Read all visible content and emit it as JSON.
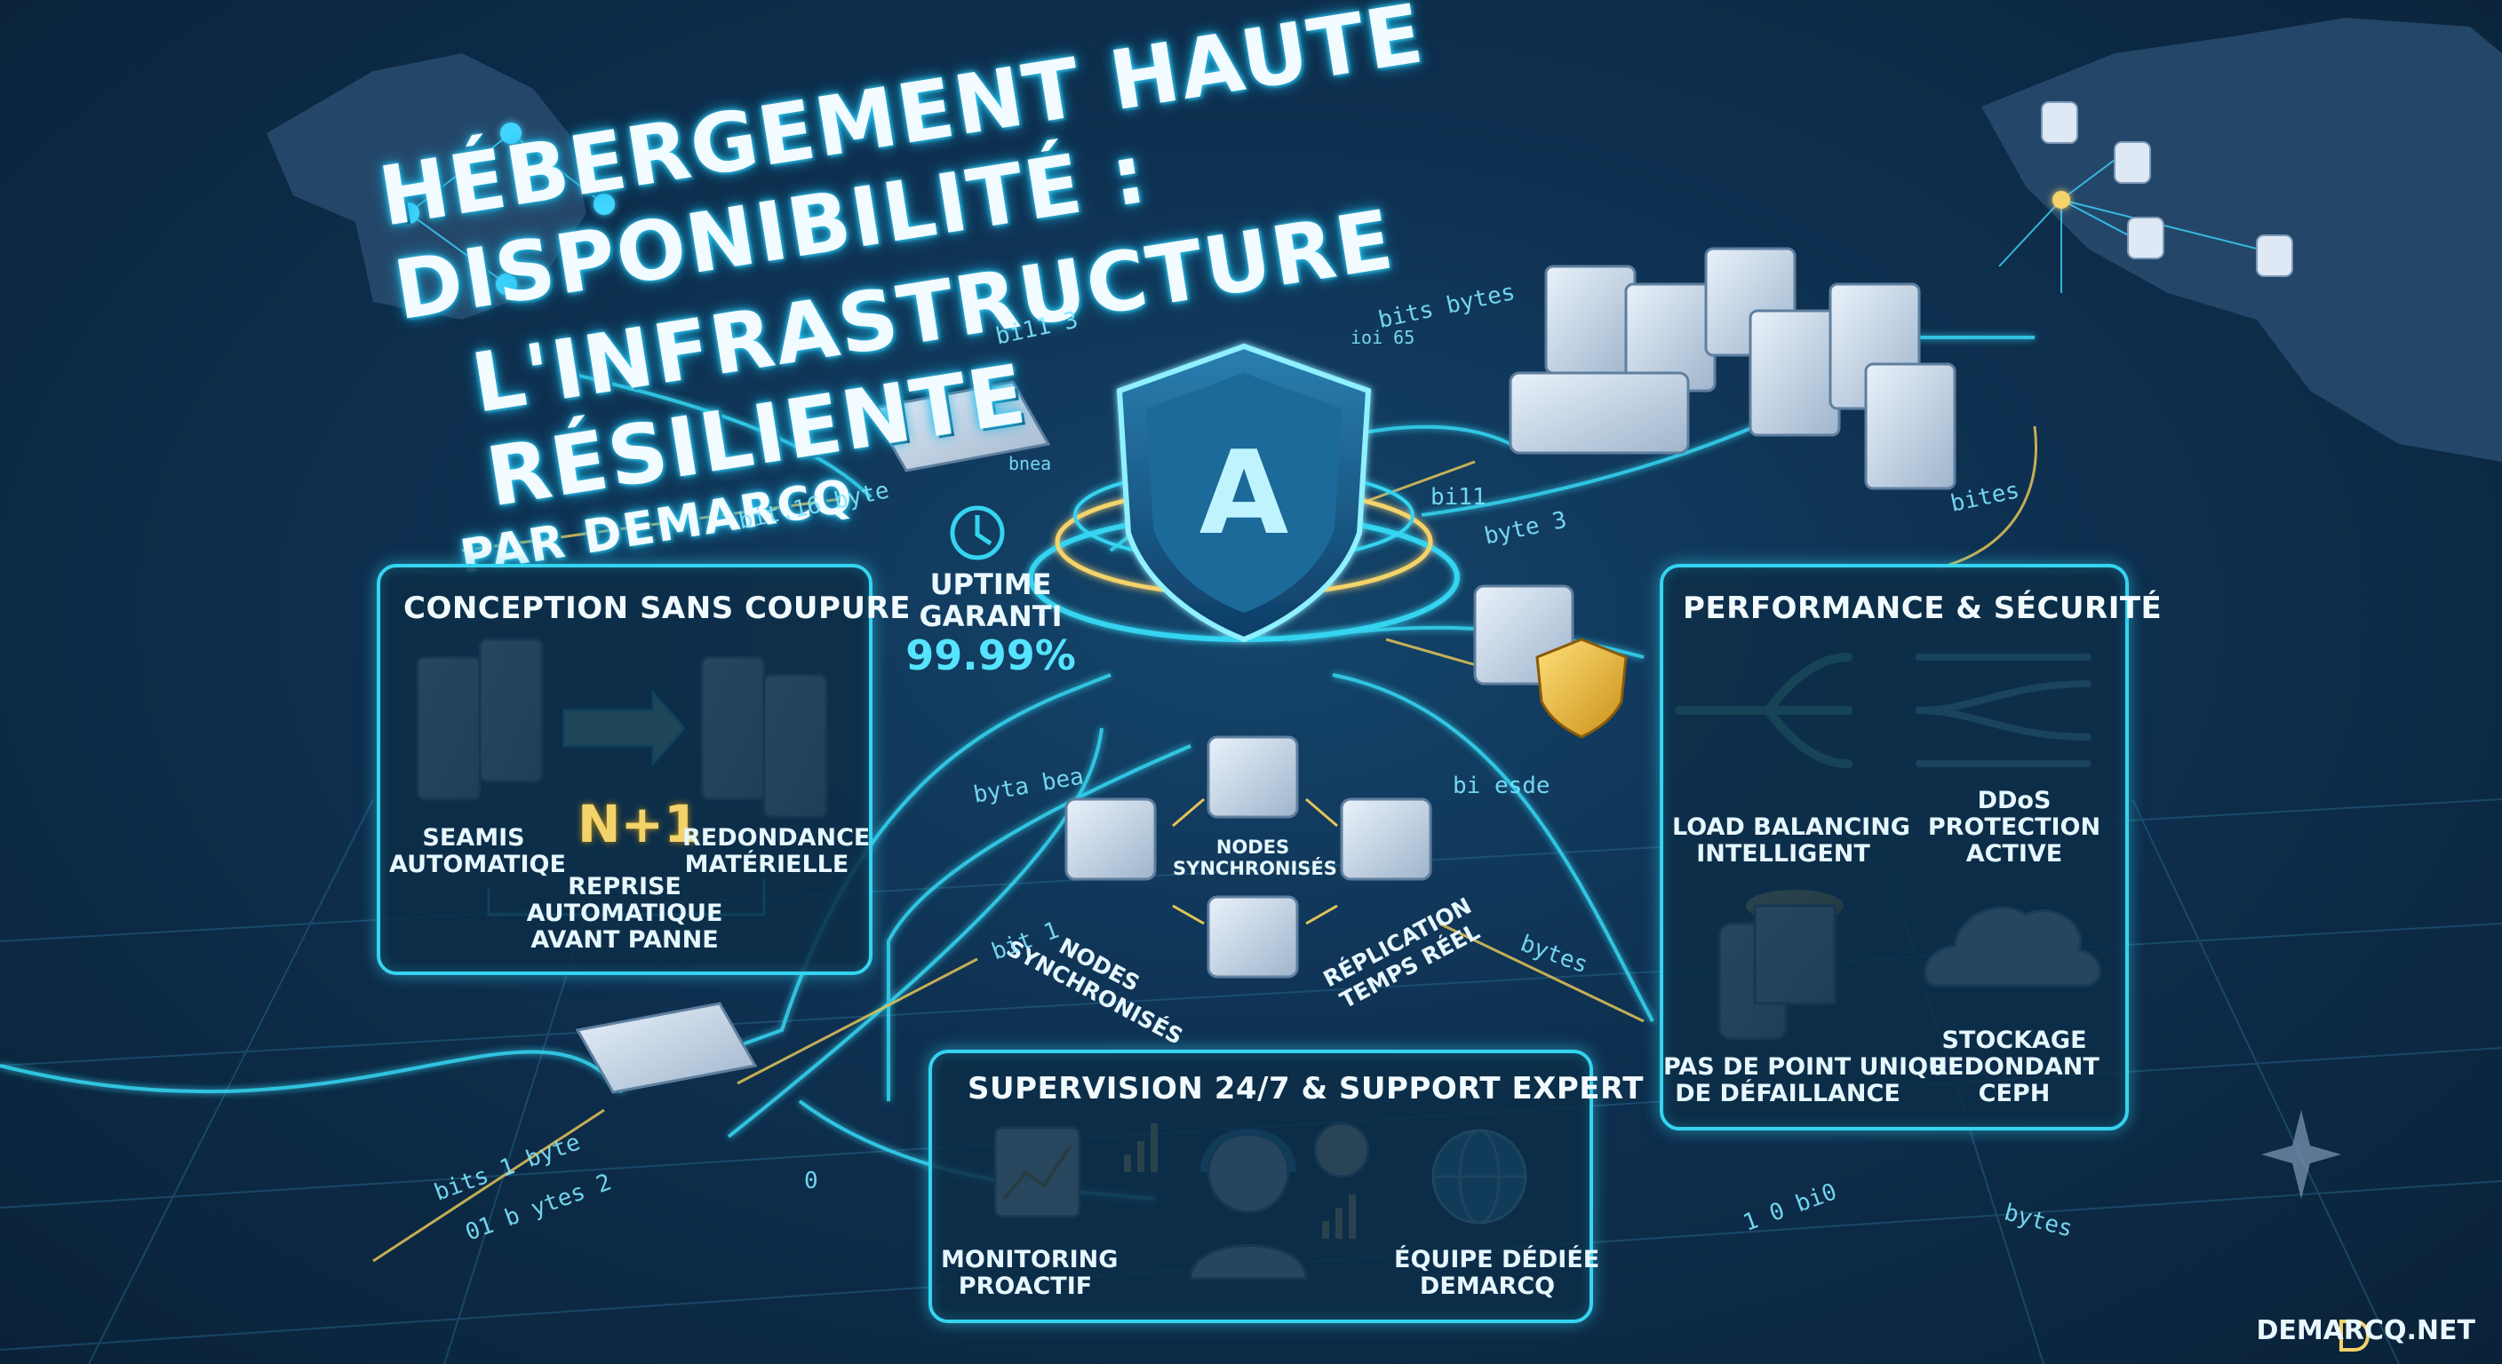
{
  "title": {
    "line1": "HÉBERGEMENT HAUTE DISPONIBILITÉ :",
    "line2": "L'INFRASTRUCTURE RÉSILIENTE",
    "byline": "PAR DEMARCQ"
  },
  "uptime": {
    "line1": "UPTIME",
    "line2": "GARANTI",
    "value": "99.99%"
  },
  "panel_left": {
    "title": "CONCEPTION SANS COUPURE",
    "label_left": [
      "SEAMIS",
      "AUTOMATIQE"
    ],
    "badge": "N+1",
    "label_right": [
      "REDONDANCE",
      "MATÉRIELLE"
    ],
    "label_bottom": [
      "REPRISE",
      "AUTOMATIQUE",
      "AVANT PANNE"
    ]
  },
  "panel_right": {
    "title": "PERFORMANCE & SÉCURITÉ",
    "item1": [
      "LOAD BALANCING",
      "INTELLIGENT"
    ],
    "item2": [
      "DDoS",
      "PROTECTION",
      "ACTIVE"
    ],
    "item3": [
      "PAS DE POINT UNIQUE",
      "DE DÉFAILLANCE"
    ],
    "item4": [
      "STOCKAGE",
      "REDONDANT",
      "CEPH"
    ]
  },
  "panel_bottom": {
    "title": "SUPERVISION 24/7 & SUPPORT EXPERT",
    "left": [
      "MONITORING",
      "PROACTIF"
    ],
    "right": [
      "ÉQUIPE DÉDIÉE",
      "DEMARCQ"
    ]
  },
  "center_labels": {
    "nodes_top": [
      "NODES",
      "SYNCHRONISÉS"
    ],
    "nodes_left": [
      "NODES",
      "SYNCHRONISÉS"
    ],
    "replication": [
      "RÉPLICATION",
      "TEMPS RÉEL"
    ]
  },
  "shield_letter": "A",
  "binary_labels": [
    "bits bytes",
    "bi11 3",
    "ioi 65",
    "bit.16 byte",
    "bnea",
    "bi11",
    "byte 3",
    "bites",
    "byta bea",
    "bi esde",
    "bit 1",
    "bytes",
    "bits 1 byte",
    "01 b ytes 2",
    "bytes",
    "1 0 bi0",
    "0"
  ],
  "brand": "DEMARCQ.NET",
  "colors": {
    "accent": "#35d4f0",
    "gold": "#f3d36a",
    "background": "#0e3050",
    "map_land": "#2a4f72"
  }
}
